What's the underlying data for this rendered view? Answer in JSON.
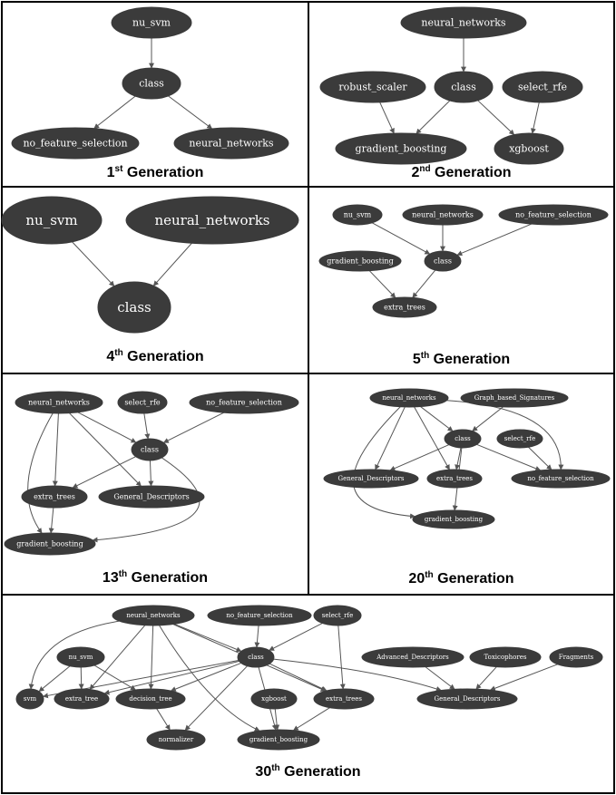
{
  "panels": [
    {
      "id": "gen1",
      "title_num": "1",
      "title_sup": "st",
      "title_rest": "Generation",
      "nodes": [
        {
          "id": "nu_svm",
          "label": "nu_svm"
        },
        {
          "id": "class",
          "label": "class"
        },
        {
          "id": "no_feature_selection",
          "label": "no_feature_selection"
        },
        {
          "id": "neural_networks",
          "label": "neural_networks"
        }
      ],
      "edges": [
        [
          "nu_svm",
          "class"
        ],
        [
          "class",
          "no_feature_selection"
        ],
        [
          "class",
          "neural_networks"
        ]
      ]
    },
    {
      "id": "gen2",
      "title_num": "2",
      "title_sup": "nd",
      "title_rest": "Generation",
      "nodes": [
        {
          "id": "neural_networks",
          "label": "neural_networks"
        },
        {
          "id": "robust_scaler",
          "label": "robust_scaler"
        },
        {
          "id": "class",
          "label": "class"
        },
        {
          "id": "select_rfe",
          "label": "select_rfe"
        },
        {
          "id": "gradient_boosting",
          "label": "gradient_boosting"
        },
        {
          "id": "xgboost",
          "label": "xgboost"
        }
      ],
      "edges": [
        [
          "neural_networks",
          "class"
        ],
        [
          "robust_scaler",
          "gradient_boosting"
        ],
        [
          "class",
          "gradient_boosting"
        ],
        [
          "class",
          "xgboost"
        ],
        [
          "select_rfe",
          "xgboost"
        ]
      ]
    },
    {
      "id": "gen4",
      "title_num": "4",
      "title_sup": "th",
      "title_rest": "Generation",
      "nodes": [
        {
          "id": "nu_svm",
          "label": "nu_svm"
        },
        {
          "id": "neural_networks",
          "label": "neural_networks"
        },
        {
          "id": "class",
          "label": "class"
        }
      ],
      "edges": [
        [
          "nu_svm",
          "class"
        ],
        [
          "neural_networks",
          "class"
        ]
      ]
    },
    {
      "id": "gen5",
      "title_num": "5",
      "title_sup": "th",
      "title_rest": "Generation",
      "nodes": [
        {
          "id": "nu_svm",
          "label": "nu_svm"
        },
        {
          "id": "neural_networks",
          "label": "neural_networks"
        },
        {
          "id": "no_feature_selection",
          "label": "no_feature_selection"
        },
        {
          "id": "gradient_boosting",
          "label": "gradient_boosting"
        },
        {
          "id": "class",
          "label": "class"
        },
        {
          "id": "extra_trees",
          "label": "extra_trees"
        }
      ],
      "edges": [
        [
          "nu_svm",
          "class"
        ],
        [
          "neural_networks",
          "class"
        ],
        [
          "no_feature_selection",
          "class"
        ],
        [
          "gradient_boosting",
          "extra_trees"
        ],
        [
          "class",
          "extra_trees"
        ]
      ]
    },
    {
      "id": "gen13",
      "title_num": "13",
      "title_sup": "th",
      "title_rest": "Generation",
      "nodes": [
        {
          "id": "neural_networks",
          "label": "neural_networks"
        },
        {
          "id": "select_rfe",
          "label": "select_rfe"
        },
        {
          "id": "no_feature_selection",
          "label": "no_feature_selection"
        },
        {
          "id": "class",
          "label": "class"
        },
        {
          "id": "extra_trees",
          "label": "extra_trees"
        },
        {
          "id": "General_Descriptors",
          "label": "General_Descriptors"
        },
        {
          "id": "gradient_boosting",
          "label": "gradient_boosting"
        }
      ],
      "edges": [
        [
          "neural_networks",
          "class"
        ],
        [
          "neural_networks",
          "extra_trees"
        ],
        [
          "neural_networks",
          "General_Descriptors"
        ],
        [
          "neural_networks",
          "gradient_boosting"
        ],
        [
          "select_rfe",
          "class"
        ],
        [
          "no_feature_selection",
          "class"
        ],
        [
          "class",
          "extra_trees"
        ],
        [
          "class",
          "General_Descriptors"
        ],
        [
          "class",
          "gradient_boosting"
        ],
        [
          "extra_trees",
          "gradient_boosting"
        ]
      ]
    },
    {
      "id": "gen20",
      "title_num": "20",
      "title_sup": "th",
      "title_rest": "Generation",
      "nodes": [
        {
          "id": "neural_networks",
          "label": "neural_networks"
        },
        {
          "id": "Graph_based_Signatures",
          "label": "Graph_based_Signatures"
        },
        {
          "id": "class",
          "label": "class"
        },
        {
          "id": "select_rfe",
          "label": "select_rfe"
        },
        {
          "id": "General_Descriptors",
          "label": "General_Descriptors"
        },
        {
          "id": "extra_trees",
          "label": "extra_trees"
        },
        {
          "id": "no_feature_selection",
          "label": "no_feature_selection"
        },
        {
          "id": "gradient_boosting",
          "label": "gradient_boosting"
        }
      ],
      "edges": [
        [
          "neural_networks",
          "class"
        ],
        [
          "neural_networks",
          "General_Descriptors"
        ],
        [
          "neural_networks",
          "extra_trees"
        ],
        [
          "neural_networks",
          "no_feature_selection"
        ],
        [
          "neural_networks",
          "gradient_boosting"
        ],
        [
          "Graph_based_Signatures",
          "class"
        ],
        [
          "class",
          "General_Descriptors"
        ],
        [
          "class",
          "extra_trees"
        ],
        [
          "class",
          "no_feature_selection"
        ],
        [
          "class",
          "gradient_boosting"
        ],
        [
          "select_rfe",
          "no_feature_selection"
        ]
      ]
    },
    {
      "id": "gen30",
      "title_num": "30",
      "title_sup": "th",
      "title_rest": "Generation",
      "nodes": [
        {
          "id": "neural_networks",
          "label": "neural_networks"
        },
        {
          "id": "no_feature_selection",
          "label": "no_feature_selection"
        },
        {
          "id": "select_rfe",
          "label": "select_rfe"
        },
        {
          "id": "nu_svm",
          "label": "nu_svm"
        },
        {
          "id": "class",
          "label": "class"
        },
        {
          "id": "Advanced_Descriptors",
          "label": "Advanced_Descriptors"
        },
        {
          "id": "Toxicophores",
          "label": "Toxicophores"
        },
        {
          "id": "Fragments",
          "label": "Fragments"
        },
        {
          "id": "svm",
          "label": "svm"
        },
        {
          "id": "extra_tree",
          "label": "extra_tree"
        },
        {
          "id": "decision_tree",
          "label": "decision_tree"
        },
        {
          "id": "xgboost",
          "label": "xgboost"
        },
        {
          "id": "extra_trees",
          "label": "extra_trees"
        },
        {
          "id": "General_Descriptors",
          "label": "General_Descriptors"
        },
        {
          "id": "normalizer",
          "label": "normalizer"
        },
        {
          "id": "gradient_boosting",
          "label": "gradient_boosting"
        }
      ],
      "edges": [
        [
          "neural_networks",
          "class"
        ],
        [
          "neural_networks",
          "svm"
        ],
        [
          "neural_networks",
          "extra_tree"
        ],
        [
          "neural_networks",
          "decision_tree"
        ],
        [
          "neural_networks",
          "gradient_boosting"
        ],
        [
          "neural_networks",
          "extra_trees"
        ],
        [
          "no_feature_selection",
          "class"
        ],
        [
          "select_rfe",
          "class"
        ],
        [
          "select_rfe",
          "extra_trees"
        ],
        [
          "nu_svm",
          "svm"
        ],
        [
          "nu_svm",
          "extra_tree"
        ],
        [
          "nu_svm",
          "decision_tree"
        ],
        [
          "class",
          "svm"
        ],
        [
          "class",
          "extra_tree"
        ],
        [
          "class",
          "decision_tree"
        ],
        [
          "class",
          "normalizer"
        ],
        [
          "class",
          "gradient_boosting"
        ],
        [
          "class",
          "extra_trees"
        ],
        [
          "class",
          "General_Descriptors"
        ],
        [
          "Advanced_Descriptors",
          "General_Descriptors"
        ],
        [
          "Toxicophores",
          "General_Descriptors"
        ],
        [
          "Fragments",
          "General_Descriptors"
        ],
        [
          "decision_tree",
          "normalizer"
        ],
        [
          "xgboost",
          "gradient_boosting"
        ],
        [
          "extra_trees",
          "gradient_boosting"
        ]
      ]
    }
  ]
}
